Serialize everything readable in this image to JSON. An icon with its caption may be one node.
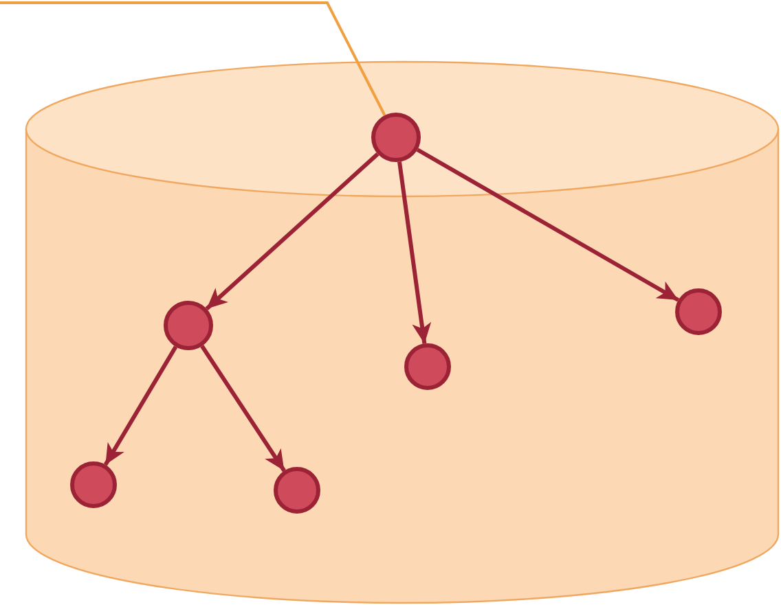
{
  "diagram": {
    "nodes": [
      {
        "text": [],
        "shape": "cylinder"
      },
      {
        "text": [],
        "shape": "circle",
        "in": 0
      },
      {
        "text": [],
        "shape": "circle",
        "in": 0
      },
      {
        "text": [],
        "shape": "circle",
        "in": 0
      },
      {
        "text": [],
        "shape": "circle",
        "in": 0
      },
      {
        "text": [],
        "shape": "circle",
        "in": 0
      },
      {
        "text": [],
        "shape": "circle",
        "in": 0
      }
    ],
    "edges": [
      {
        "from": null,
        "to": 1,
        "arrow": "none",
        "color": "#f0a040"
      },
      {
        "from": 1,
        "to": 3,
        "arrow": "to"
      },
      {
        "from": 1,
        "to": 4,
        "arrow": "to"
      },
      {
        "from": 1,
        "to": 2,
        "arrow": "to"
      },
      {
        "from": 3,
        "to": 5,
        "arrow": "to"
      },
      {
        "from": 3,
        "to": 6,
        "arrow": "to"
      }
    ]
  }
}
